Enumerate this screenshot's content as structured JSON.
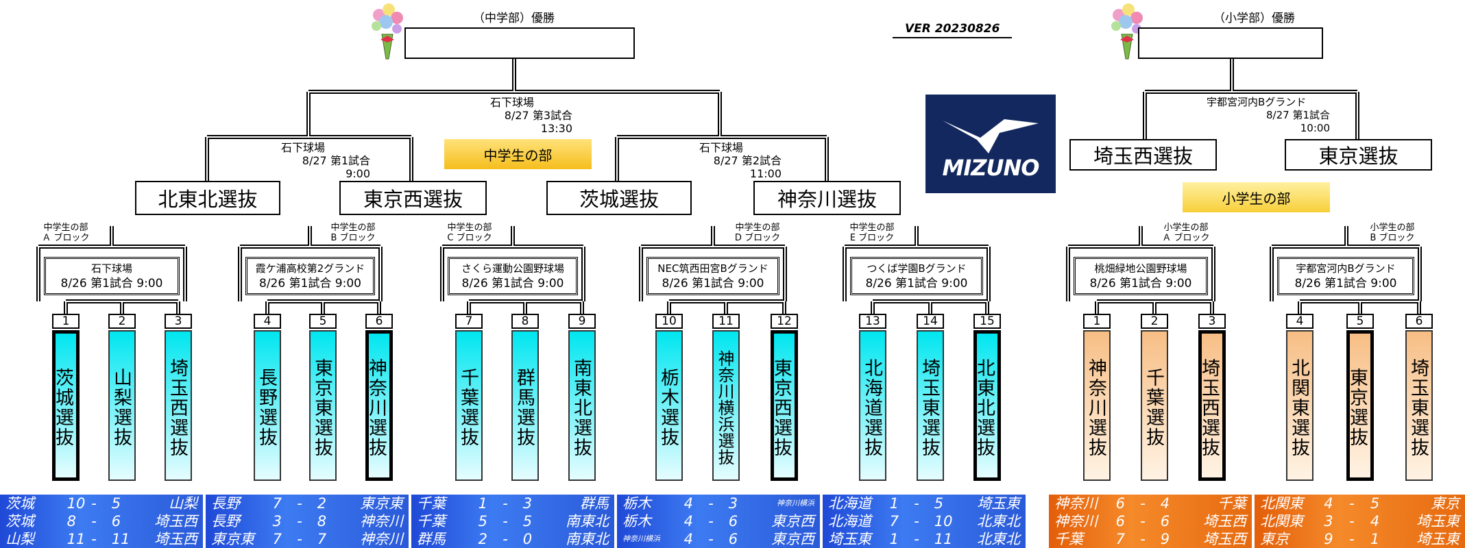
{
  "version": "VER 20230826",
  "logo_text": "MIZUNO",
  "jh": {
    "champion_label": "（中学部）優勝",
    "division_chip": "中学生の部",
    "final_venue": [
      "石下球場",
      "8/27 第3試合",
      "13:30"
    ],
    "semi1_venue": [
      "石下球場",
      "8/27 第1試合",
      "9:00"
    ],
    "semi2_venue": [
      "石下球場",
      "8/27 第2試合",
      "11:00"
    ],
    "semi_teams": [
      "北東北選抜",
      "東京西選抜",
      "茨城選抜",
      "神奈川選抜"
    ],
    "blocks": [
      {
        "caption": [
          "中学生の部",
          "Ａ ブロック"
        ],
        "venue": [
          "石下球場",
          "8/26 第1試合 9:00"
        ]
      },
      {
        "caption": [
          "中学生の部",
          "B ブロック"
        ],
        "venue": [
          "霞ケ浦高校第2グランド",
          "8/26 第1試合 9:00"
        ]
      },
      {
        "caption": [
          "中学生の部",
          "C ブロック"
        ],
        "venue": [
          "さくら運動公園野球場",
          "8/26 第1試合 9:00"
        ]
      },
      {
        "caption": [
          "中学生の部",
          "D ブロック"
        ],
        "venue": [
          "NEC筑西田宮Bグランド",
          "8/26 第1試合 9:00"
        ]
      },
      {
        "caption": [
          "中学生の部",
          "E ブロック"
        ],
        "venue": [
          "つくば学園Bグランド",
          "8/26 第1試合 9:00"
        ]
      }
    ],
    "teams": [
      {
        "num": "1",
        "name": "茨城選抜",
        "winner": true
      },
      {
        "num": "2",
        "name": "山梨選抜",
        "winner": false
      },
      {
        "num": "3",
        "name": "埼玉西選抜",
        "winner": false
      },
      {
        "num": "4",
        "name": "長野選抜",
        "winner": false
      },
      {
        "num": "5",
        "name": "東京東選抜",
        "winner": false
      },
      {
        "num": "6",
        "name": "神奈川選抜",
        "winner": true
      },
      {
        "num": "7",
        "name": "千葉選抜",
        "winner": false
      },
      {
        "num": "8",
        "name": "群馬選抜",
        "winner": false
      },
      {
        "num": "9",
        "name": "南東北選抜",
        "winner": false
      },
      {
        "num": "10",
        "name": "栃木選抜",
        "winner": false
      },
      {
        "num": "11",
        "name": "神奈川横浜選抜",
        "winner": false
      },
      {
        "num": "12",
        "name": "東京西選抜",
        "winner": true
      },
      {
        "num": "13",
        "name": "北海道選抜",
        "winner": false
      },
      {
        "num": "14",
        "name": "埼玉東選抜",
        "winner": false
      },
      {
        "num": "15",
        "name": "北東北選抜",
        "winner": true
      }
    ],
    "scores": [
      [
        [
          "茨城",
          "10",
          "-",
          "5",
          "山梨"
        ],
        [
          "茨城",
          "8",
          "-",
          "6",
          "埼玉西"
        ],
        [
          "山梨",
          "11",
          "-",
          "11",
          "埼玉西"
        ]
      ],
      [
        [
          "長野",
          "7",
          "-",
          "2",
          "東京東"
        ],
        [
          "長野",
          "3",
          "-",
          "8",
          "神奈川"
        ],
        [
          "東京東",
          "7",
          "-",
          "7",
          "神奈川"
        ]
      ],
      [
        [
          "千葉",
          "1",
          "-",
          "3",
          "群馬"
        ],
        [
          "千葉",
          "5",
          "-",
          "5",
          "南東北"
        ],
        [
          "群馬",
          "2",
          "-",
          "0",
          "南東北"
        ]
      ],
      [
        [
          "栃木",
          "4",
          "-",
          "3",
          "神奈川横浜"
        ],
        [
          "栃木",
          "4",
          "-",
          "6",
          "東京西"
        ],
        [
          "神奈川横浜",
          "4",
          "-",
          "6",
          "東京西"
        ]
      ],
      [
        [
          "北海道",
          "1",
          "-",
          "5",
          "埼玉東"
        ],
        [
          "北海道",
          "7",
          "-",
          "10",
          "北東北"
        ],
        [
          "埼玉東",
          "1",
          "-",
          "11",
          "北東北"
        ]
      ]
    ]
  },
  "el": {
    "champion_label": "（小学部）優勝",
    "division_chip": "小学生の部",
    "final_venue": [
      "宇都宮河内Bグランド",
      "8/27 第1試合",
      "10:00"
    ],
    "final_teams": [
      "埼玉西選抜",
      "東京選抜"
    ],
    "blocks": [
      {
        "caption": [
          "小学生の部",
          "Ａ ブロック"
        ],
        "venue": [
          "桃畑緑地公園野球場",
          "8/26 第1試合 9:00"
        ]
      },
      {
        "caption": [
          "小学生の部",
          "B ブロック"
        ],
        "venue": [
          "宇都宮河内Bグランド",
          "8/26 第1試合 9:00"
        ]
      }
    ],
    "teams": [
      {
        "num": "1",
        "name": "神奈川選抜",
        "winner": false
      },
      {
        "num": "2",
        "name": "千葉選抜",
        "winner": false
      },
      {
        "num": "3",
        "name": "埼玉西選抜",
        "winner": true
      },
      {
        "num": "4",
        "name": "北関東選抜",
        "winner": false
      },
      {
        "num": "5",
        "name": "東京選抜",
        "winner": true
      },
      {
        "num": "6",
        "name": "埼玉東選抜",
        "winner": false
      }
    ],
    "scores": [
      [
        [
          "神奈川",
          "6",
          "-",
          "4",
          "千葉"
        ],
        [
          "神奈川",
          "6",
          "-",
          "6",
          "埼玉西"
        ],
        [
          "千葉",
          "7",
          "-",
          "9",
          "埼玉西"
        ]
      ],
      [
        [
          "北関東",
          "4",
          "-",
          "5",
          "東京"
        ],
        [
          "北関東",
          "3",
          "-",
          "4",
          "埼玉東"
        ],
        [
          "東京",
          "9",
          "-",
          "1",
          "埼玉東"
        ]
      ]
    ]
  }
}
